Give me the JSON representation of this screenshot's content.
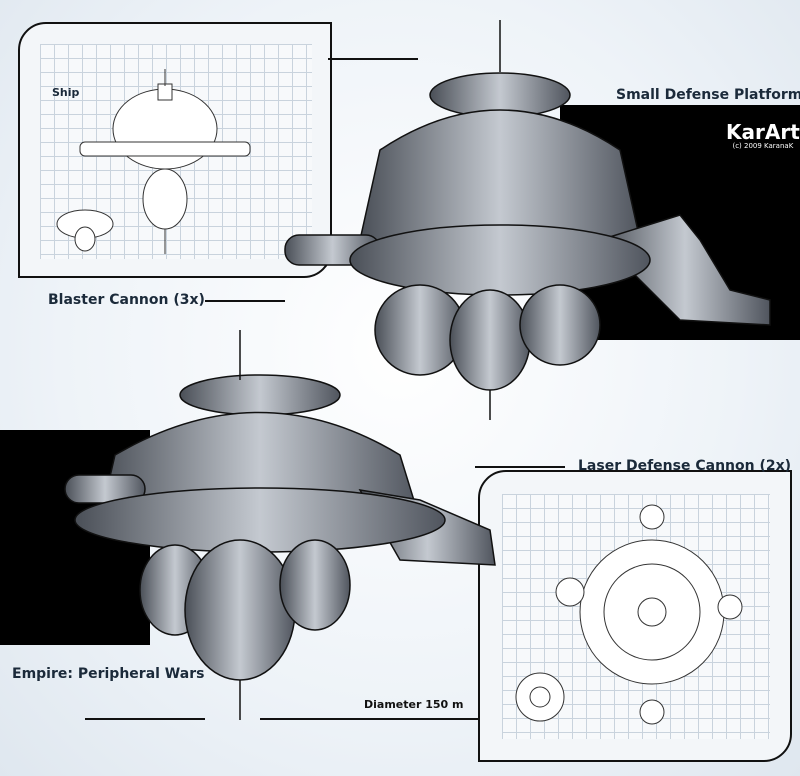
{
  "title": "Small Defense Platform",
  "labels": {
    "ship": "Ship",
    "blaster": "Blaster Cannon (3x)",
    "laser": "Laser Defense Cannon  (2x)",
    "game": "Empire: Peripheral Wars",
    "diameter": "Diameter 150 m"
  },
  "logo": {
    "name": "KarArt",
    "copyright": "(c) 2009 KaranaK"
  }
}
